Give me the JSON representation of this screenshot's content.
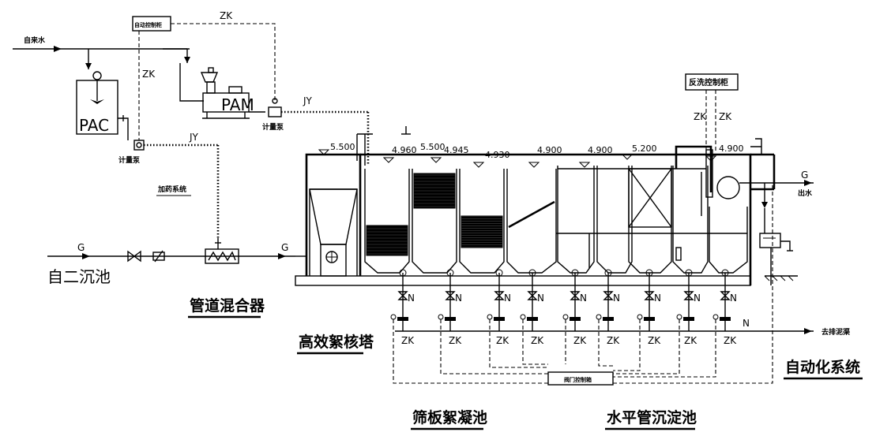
{
  "labels": {
    "tap_water": "自来水",
    "auto_control_cabinet": "自动控制柜",
    "zk": "ZK",
    "jy": "JY",
    "g": "G",
    "n": "N",
    "pac": "PAC",
    "pam": "PAM",
    "metering_pump": "计量泵",
    "dosing_system": "加药系统",
    "from_secondary_clarifier": "自二沉池",
    "pipeline_mixer": "管道混合器",
    "high_eff_flocculation_tower": "高效絮核塔",
    "sieve_plate_flocculation": "筛板絮凝池",
    "horizontal_tube_settler": "水平管沉淀池",
    "automation_system": "自动化系统",
    "backwash_control_cabinet": "反洗控制柜",
    "valve_control_box": "阀门控制箱",
    "outlet_water": "出水",
    "to_sludge_pool": "去排泥渠"
  },
  "elevations": [
    "5.500",
    "4.960",
    "5.500",
    "4.945",
    "4.930",
    "4.900",
    "4.900",
    "5.200",
    "4.900"
  ]
}
